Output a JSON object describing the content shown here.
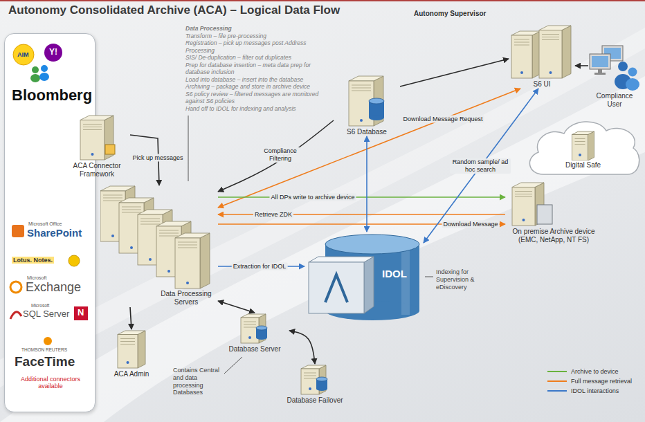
{
  "diagram": {
    "title": "Autonomy Consolidated Archive (ACA) – Logical Data Flow",
    "nodes": [
      {
        "text": [
          "AIM",
          "Y!",
          "Bloomberg",
          "Microsoft Office",
          "SharePoint",
          "Lotus. Notes.",
          "Microsoft",
          "Exchange",
          "Microsoft",
          "SQL Server",
          "N",
          "THOMSON REUTERS",
          "FaceTime",
          "Additional connectors available"
        ]
      },
      {
        "text": [
          "ACA Connector Framework"
        ]
      },
      {
        "text": [
          "Data Processing Servers"
        ]
      },
      {
        "text": [
          "ACA Admin"
        ]
      },
      {
        "text": [
          "Database Server"
        ]
      },
      {
        "text": [
          "Database Failover"
        ]
      },
      {
        "text": [
          "S6 Database"
        ]
      },
      {
        "text": [
          "S6 UI"
        ]
      },
      {
        "text": [
          "Compliance User"
        ]
      },
      {
        "text": [
          "IDOL"
        ]
      },
      {
        "text": [
          "On premise Archive device (EMC, NetApp, NT FS)"
        ]
      },
      {
        "text": [
          "Digital Safe"
        ]
      }
    ],
    "edges": [
      {
        "from": 1,
        "to": 2,
        "label": "Pick up messages",
        "arrow": "to"
      },
      {
        "from": 6,
        "to": 2,
        "label": "Compliance Filtering",
        "arrow": "to"
      },
      {
        "from": 6,
        "to": 7,
        "arrow": "to"
      },
      {
        "from": 2,
        "to": 7,
        "label": "Download Message Request",
        "arrow": "both"
      },
      {
        "from": 2,
        "to": 10,
        "label": "All DPs write to archive device",
        "arrow": "to"
      },
      {
        "from": 10,
        "to": 2,
        "label": "Retrieve ZDK",
        "arrow": "to"
      },
      {
        "from": 2,
        "to": 10,
        "label": "Download Message",
        "arrow": "to"
      },
      {
        "from": 2,
        "to": 9,
        "label": "Extraction for IDOL",
        "arrow": "to"
      },
      {
        "from": 6,
        "to": 9,
        "arrow": "both"
      },
      {
        "from": 7,
        "to": 9,
        "label": "Random sample/ ad hoc search",
        "arrow": "both"
      },
      {
        "from": 8,
        "to": 7,
        "arrow": "to"
      },
      {
        "from": 2,
        "to": 3,
        "arrow": "to"
      },
      {
        "from": 2,
        "to": 4,
        "arrow": "both"
      },
      {
        "from": 4,
        "to": 5,
        "arrow": "both"
      }
    ],
    "labels": [
      "Autonomy Supervisor",
      "Data Processing",
      "Transform – file pre-processing",
      "Registration – pick up messages post Address Processing",
      "SIS/ De-duplication – filter out duplicates",
      "Prep for database insertion – meta data prep for database inclusion",
      "Load into database – insert into the database",
      "Archiving – package and store in archive device",
      "S6 policy review – filtered messages are monitored against S6 policies",
      "Hand off to IDOL for indexing and analysis",
      "Indexing for Supervision & eDiscovery",
      "Contains Central and data processing Databases"
    ],
    "legend": [
      {
        "text": "Archive to device"
      },
      {
        "text": "Full message retrieval"
      },
      {
        "text": "IDOL interactions"
      }
    ]
  }
}
